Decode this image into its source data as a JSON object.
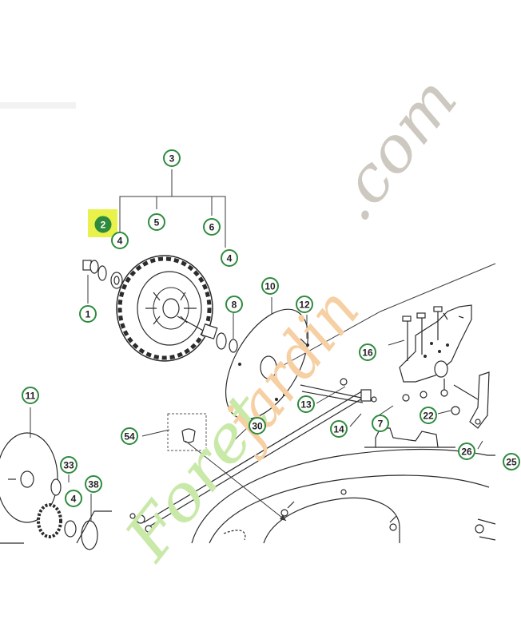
{
  "callouts": [
    {
      "id": "c1",
      "label": "1"
    },
    {
      "id": "c2",
      "label": "2",
      "highlight": true
    },
    {
      "id": "c3",
      "label": "3"
    },
    {
      "id": "c4a",
      "label": "4"
    },
    {
      "id": "c4b",
      "label": "4"
    },
    {
      "id": "c4c",
      "label": "4"
    },
    {
      "id": "c5",
      "label": "5"
    },
    {
      "id": "c6",
      "label": "6"
    },
    {
      "id": "c7",
      "label": "7"
    },
    {
      "id": "c8",
      "label": "8"
    },
    {
      "id": "c10",
      "label": "10"
    },
    {
      "id": "c11",
      "label": "11"
    },
    {
      "id": "c12",
      "label": "12"
    },
    {
      "id": "c13",
      "label": "13"
    },
    {
      "id": "c14",
      "label": "14"
    },
    {
      "id": "c16",
      "label": "16"
    },
    {
      "id": "c22",
      "label": "22"
    },
    {
      "id": "c26",
      "label": "26"
    },
    {
      "id": "c25",
      "label": "25"
    },
    {
      "id": "c30",
      "label": "30"
    },
    {
      "id": "c33",
      "label": "33"
    },
    {
      "id": "c38",
      "label": "38"
    },
    {
      "id": "c54",
      "label": "54"
    }
  ],
  "watermark": {
    "part1": "Foret",
    "part2": "jardin",
    "part3": ".com"
  },
  "colors": {
    "callout_ring": "#2e8b3e",
    "highlight_bg": "#e8f24a",
    "highlight_circle": "#2e8b3e",
    "watermark_green": "#c9e9a8",
    "watermark_orange": "#f6cfa2",
    "watermark_grey": "#cdc8c0"
  }
}
